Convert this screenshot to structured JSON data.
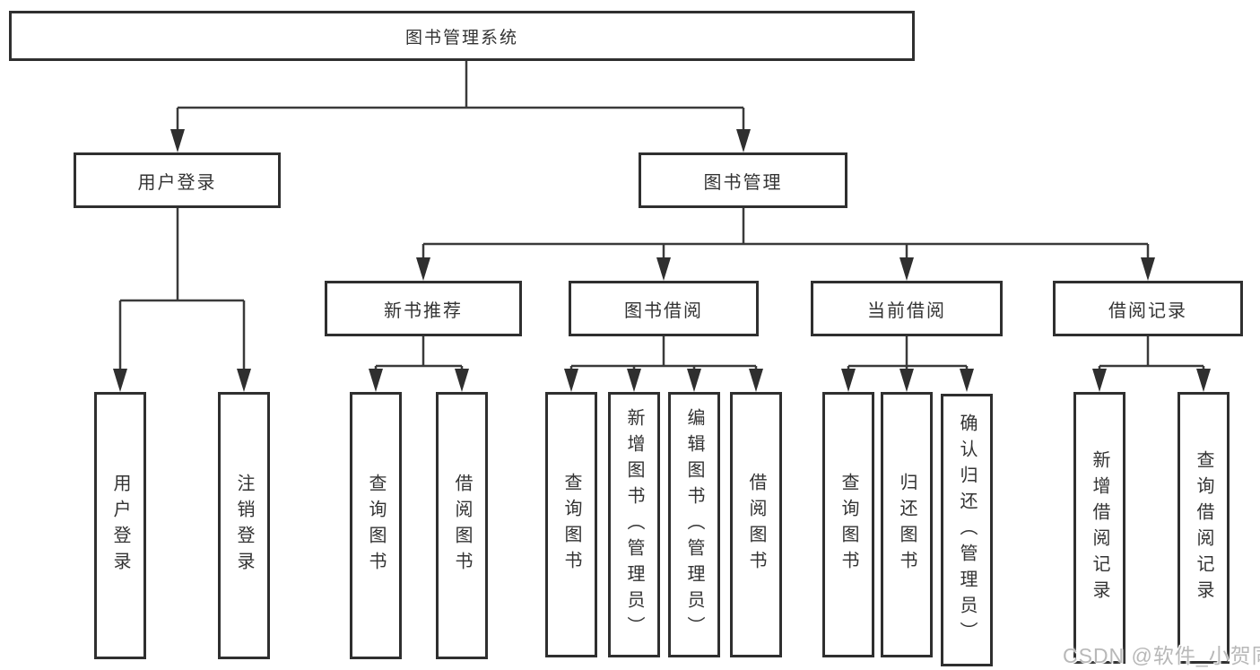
{
  "tree": {
    "root": {
      "label": "图书管理系统"
    },
    "branches": [
      {
        "label": "用户登录",
        "children": [
          {
            "label": "用户登录"
          },
          {
            "label": "注销登录"
          }
        ]
      },
      {
        "label": "图书管理",
        "groups": [
          {
            "label": "新书推荐",
            "children": [
              {
                "label": "查询图书"
              },
              {
                "label": "借阅图书"
              }
            ]
          },
          {
            "label": "图书借阅",
            "children": [
              {
                "label": "查询图书"
              },
              {
                "label": "新增图书（管理员）"
              },
              {
                "label": "编辑图书（管理员）"
              },
              {
                "label": "借阅图书"
              }
            ]
          },
          {
            "label": "当前借阅",
            "children": [
              {
                "label": "查询图书"
              },
              {
                "label": "归还图书"
              },
              {
                "label": "确认归还（管理员）"
              }
            ]
          },
          {
            "label": "借阅记录",
            "children": [
              {
                "label": "新增借阅记录"
              },
              {
                "label": "查询借阅记录"
              }
            ]
          }
        ]
      }
    ]
  },
  "watermark": {
    "text": "CSDN @软件_小贺同学"
  },
  "colors": {
    "box_border": "#2f2f2f",
    "connector": "#3a3a3a",
    "text": "#333333",
    "background": "#ffffff",
    "watermark": "#b8b8b8"
  }
}
